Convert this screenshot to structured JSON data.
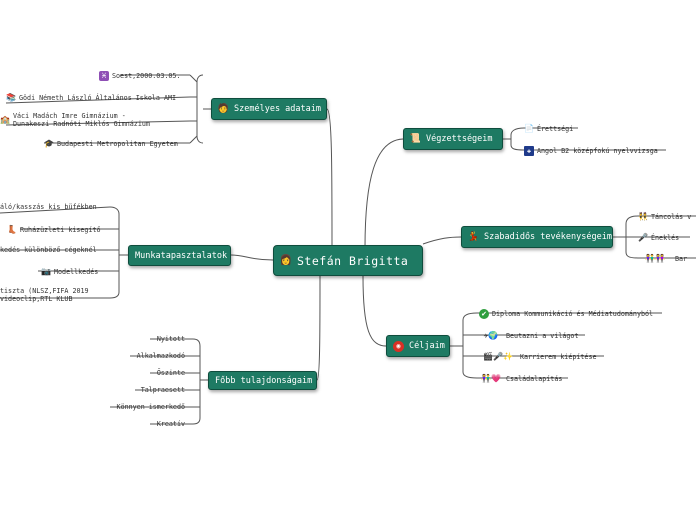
{
  "colors": {
    "node_fill": "#1e7a63",
    "node_border": "#0f4d3d",
    "link": "#555555",
    "text": "#333333"
  },
  "root": {
    "label": "Stefán Brigitta",
    "icon": "person-portrait-icon"
  },
  "branches": {
    "personal": {
      "label": "Személyes adataim",
      "icon": "person-face-icon",
      "items": [
        {
          "label": "Soest,2000.03.05.",
          "icon": "pisces-icon"
        },
        {
          "label": "Gödi Németh László Általános Iskola AMI",
          "icon": "books-icon"
        },
        {
          "label": "Váci Madách Imre Gimnázium -",
          "label2": "Dunakeszi Radnóti Miklós Gimnázium",
          "icon": "school-icon"
        },
        {
          "label": "Budapesti Metropolitan Egyetem",
          "icon": "graduation-cap-icon"
        }
      ]
    },
    "work": {
      "label": "Munkatapasztalatok",
      "items": [
        {
          "label": "áló/kasszás kis büfékben"
        },
        {
          "label": "Ruházüzleti kisegítő",
          "icon": "boot-icon"
        },
        {
          "label": "kedés különböző cégeknél"
        },
        {
          "label": "Modellkedés",
          "icon": "camera-icon"
        },
        {
          "label": "tiszta (NLSZ,FIFA 2019",
          "label2": "videoclip,RTL KLUB"
        }
      ]
    },
    "traits": {
      "label": "Főbb tulajdonságaim",
      "items": [
        {
          "label": "Nyitott"
        },
        {
          "label": "Alkalmazkodó"
        },
        {
          "label": "Őszinte"
        },
        {
          "label": "Talpraesett"
        },
        {
          "label": "Könnyen ismerkedő"
        },
        {
          "label": "Kreatív"
        }
      ]
    },
    "education": {
      "label": "Végzettségeim",
      "icon": "certificate-icon",
      "items": [
        {
          "label": "Érettségi",
          "icon": "document-icon"
        },
        {
          "label": "Angol B2 középfokú nyelvvizsga",
          "icon": "uk-flag-icon"
        }
      ]
    },
    "freetime": {
      "label": "Szabadidős tevékenységeim",
      "icon": "dancer-icon",
      "items": [
        {
          "label": "Táncolás v",
          "icon": "dancing-people-icon"
        },
        {
          "label": "Éneklés",
          "icon": "microphone-icon"
        },
        {
          "label": "Bar",
          "icon": "people-group-icon"
        }
      ]
    },
    "goals": {
      "label": "Céljaim",
      "icon": "target-icon",
      "items": [
        {
          "label": "Diploma Kommunikáció és Médiatudományból",
          "icon": "checkmark-icon"
        },
        {
          "label": "Beutazni a világot",
          "icon": "airplane-globe-icon"
        },
        {
          "label": "Karrierem kiépítése",
          "icon": "film-mic-icon"
        },
        {
          "label": "Családalapítás",
          "icon": "family-heart-icon"
        }
      ]
    }
  }
}
